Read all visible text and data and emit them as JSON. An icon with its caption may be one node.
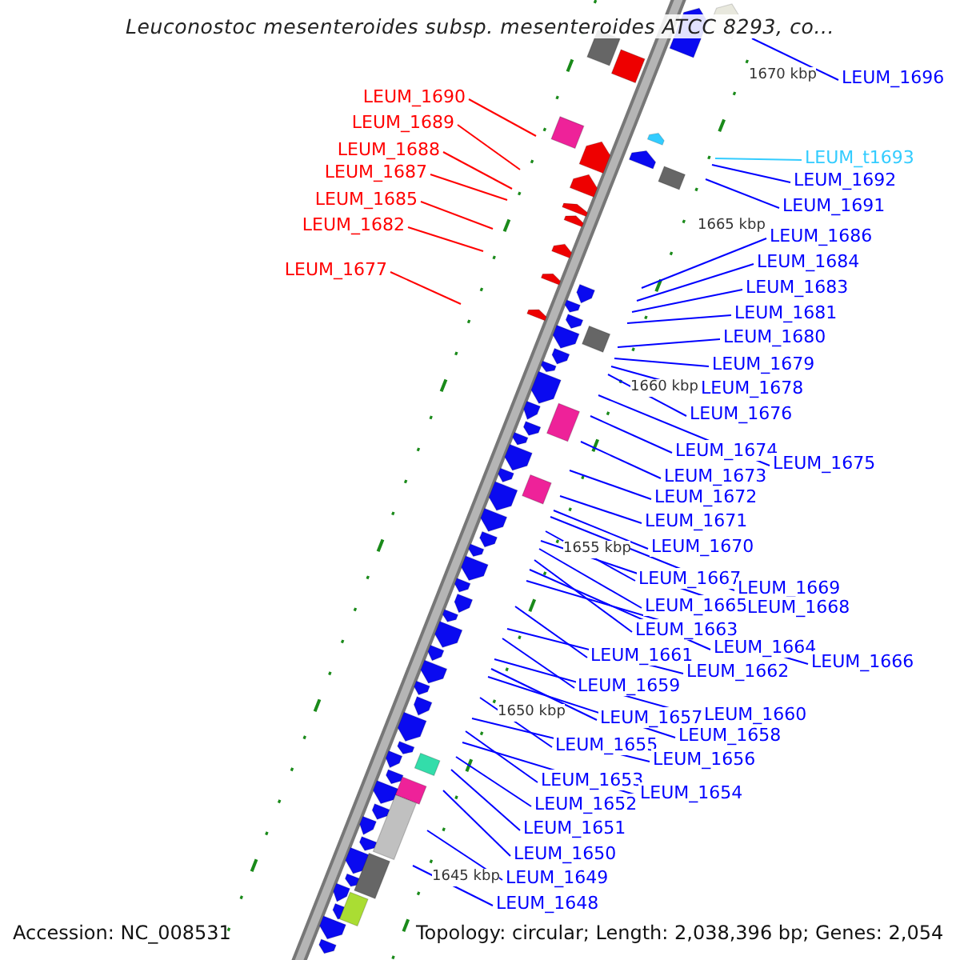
{
  "diagram": {
    "title": "Leuconostoc mesenteroides subsp. mesenteroides ATCC 8293, co...",
    "nodes": [
      {
        "text": [
          "LEUM_1696"
        ]
      },
      {
        "text": [
          "LEUM_1690"
        ]
      },
      {
        "text": [
          "LEUM_1689"
        ]
      },
      {
        "text": [
          "LEUM_1688"
        ]
      },
      {
        "text": [
          "LEUM_t1693"
        ]
      },
      {
        "text": [
          "LEUM_1687"
        ]
      },
      {
        "text": [
          "LEUM_1692"
        ]
      },
      {
        "text": [
          "LEUM_1685"
        ]
      },
      {
        "text": [
          "LEUM_1691"
        ]
      },
      {
        "text": [
          "LEUM_1682"
        ]
      },
      {
        "text": [
          "LEUM_1686"
        ]
      },
      {
        "text": [
          "LEUM_1684"
        ]
      },
      {
        "text": [
          "LEUM_1677"
        ]
      },
      {
        "text": [
          "LEUM_1683"
        ]
      },
      {
        "text": [
          "LEUM_1681"
        ]
      },
      {
        "text": [
          "LEUM_1680"
        ]
      },
      {
        "text": [
          "LEUM_1679"
        ]
      },
      {
        "text": [
          "LEUM_1678"
        ]
      },
      {
        "text": [
          "LEUM_1676"
        ]
      },
      {
        "text": [
          "LEUM_1674"
        ]
      },
      {
        "text": [
          "LEUM_1675"
        ]
      },
      {
        "text": [
          "LEUM_1673"
        ]
      },
      {
        "text": [
          "LEUM_1672"
        ]
      },
      {
        "text": [
          "LEUM_1671"
        ]
      },
      {
        "text": [
          "LEUM_1670"
        ]
      },
      {
        "text": [
          "LEUM_1667"
        ]
      },
      {
        "text": [
          "LEUM_1669"
        ]
      },
      {
        "text": [
          "LEUM_1665"
        ]
      },
      {
        "text": [
          "LEUM_1668"
        ]
      },
      {
        "text": [
          "LEUM_1663"
        ]
      },
      {
        "text": [
          "LEUM_1664"
        ]
      },
      {
        "text": [
          "LEUM_1661"
        ]
      },
      {
        "text": [
          "LEUM_1666"
        ]
      },
      {
        "text": [
          "LEUM_1662"
        ]
      },
      {
        "text": [
          "LEUM_1659"
        ]
      },
      {
        "text": [
          "LEUM_1660"
        ]
      },
      {
        "text": [
          "LEUM_1657"
        ]
      },
      {
        "text": [
          "LEUM_1658"
        ]
      },
      {
        "text": [
          "LEUM_1655"
        ]
      },
      {
        "text": [
          "LEUM_1656"
        ]
      },
      {
        "text": [
          "LEUM_1653"
        ]
      },
      {
        "text": [
          "LEUM_1654"
        ]
      },
      {
        "text": [
          "LEUM_1652"
        ]
      },
      {
        "text": [
          "LEUM_1651"
        ]
      },
      {
        "text": [
          "LEUM_1650"
        ]
      },
      {
        "text": [
          "LEUM_1649"
        ]
      },
      {
        "text": [
          "LEUM_1648"
        ]
      }
    ],
    "edges": [
      {
        "from": 0,
        "to": null,
        "arrow": "none"
      },
      {
        "from": 1,
        "to": null,
        "arrow": "none",
        "color": "#ff0000"
      },
      {
        "from": 2,
        "to": null,
        "arrow": "none",
        "color": "#ff0000"
      },
      {
        "from": 3,
        "to": null,
        "arrow": "none",
        "color": "#ff0000"
      },
      {
        "from": 4,
        "to": null,
        "arrow": "none",
        "color": "#33ccff"
      },
      {
        "from": 5,
        "to": null,
        "arrow": "none",
        "color": "#ff0000"
      },
      {
        "from": 6,
        "to": null,
        "arrow": "none"
      },
      {
        "from": 7,
        "to": null,
        "arrow": "none",
        "color": "#ff0000"
      },
      {
        "from": 8,
        "to": null,
        "arrow": "none"
      },
      {
        "from": 9,
        "to": null,
        "arrow": "none",
        "color": "#ff0000"
      },
      {
        "from": 10,
        "to": null,
        "arrow": "none"
      },
      {
        "from": 11,
        "to": null,
        "arrow": "none"
      },
      {
        "from": 12,
        "to": null,
        "arrow": "none",
        "color": "#ff0000"
      },
      {
        "from": 13,
        "to": null,
        "arrow": "none"
      },
      {
        "from": 14,
        "to": null,
        "arrow": "none"
      },
      {
        "from": 15,
        "to": null,
        "arrow": "none"
      },
      {
        "from": 16,
        "to": null,
        "arrow": "none"
      },
      {
        "from": 17,
        "to": null,
        "arrow": "none"
      },
      {
        "from": 18,
        "to": null,
        "arrow": "none"
      },
      {
        "from": 19,
        "to": null,
        "arrow": "none"
      },
      {
        "from": 20,
        "to": null,
        "arrow": "none"
      },
      {
        "from": 21,
        "to": null,
        "arrow": "none"
      },
      {
        "from": 22,
        "to": null,
        "arrow": "none"
      },
      {
        "from": 23,
        "to": null,
        "arrow": "none"
      },
      {
        "from": 24,
        "to": null,
        "arrow": "none"
      },
      {
        "from": 25,
        "to": null,
        "arrow": "none"
      },
      {
        "from": 26,
        "to": null,
        "arrow": "none"
      },
      {
        "from": 27,
        "to": null,
        "arrow": "none"
      },
      {
        "from": 28,
        "to": null,
        "arrow": "none"
      },
      {
        "from": 29,
        "to": null,
        "arrow": "none"
      },
      {
        "from": 30,
        "to": null,
        "arrow": "none"
      },
      {
        "from": 31,
        "to": null,
        "arrow": "none"
      },
      {
        "from": 32,
        "to": null,
        "arrow": "none"
      },
      {
        "from": 33,
        "to": null,
        "arrow": "none"
      },
      {
        "from": 34,
        "to": null,
        "arrow": "none"
      },
      {
        "from": 35,
        "to": null,
        "arrow": "none"
      },
      {
        "from": 36,
        "to": null,
        "arrow": "none"
      },
      {
        "from": 37,
        "to": null,
        "arrow": "none"
      },
      {
        "from": 38,
        "to": null,
        "arrow": "none"
      },
      {
        "from": 39,
        "to": null,
        "arrow": "none"
      },
      {
        "from": 40,
        "to": null,
        "arrow": "none"
      },
      {
        "from": 41,
        "to": null,
        "arrow": "none"
      },
      {
        "from": 42,
        "to": null,
        "arrow": "none"
      },
      {
        "from": 43,
        "to": null,
        "arrow": "none"
      },
      {
        "from": 44,
        "to": null,
        "arrow": "none"
      },
      {
        "from": 45,
        "to": null,
        "arrow": "none"
      },
      {
        "from": 46,
        "to": null,
        "arrow": "none"
      }
    ],
    "labels": [
      "1670 kbp",
      "1665 kbp",
      "1660 kbp",
      "1655 kbp",
      "1650 kbp",
      "1645 kbp",
      "Accession: NC_008531",
      "Topology: circular; Length: 2,038,396 bp; Genes: 2,054"
    ]
  }
}
